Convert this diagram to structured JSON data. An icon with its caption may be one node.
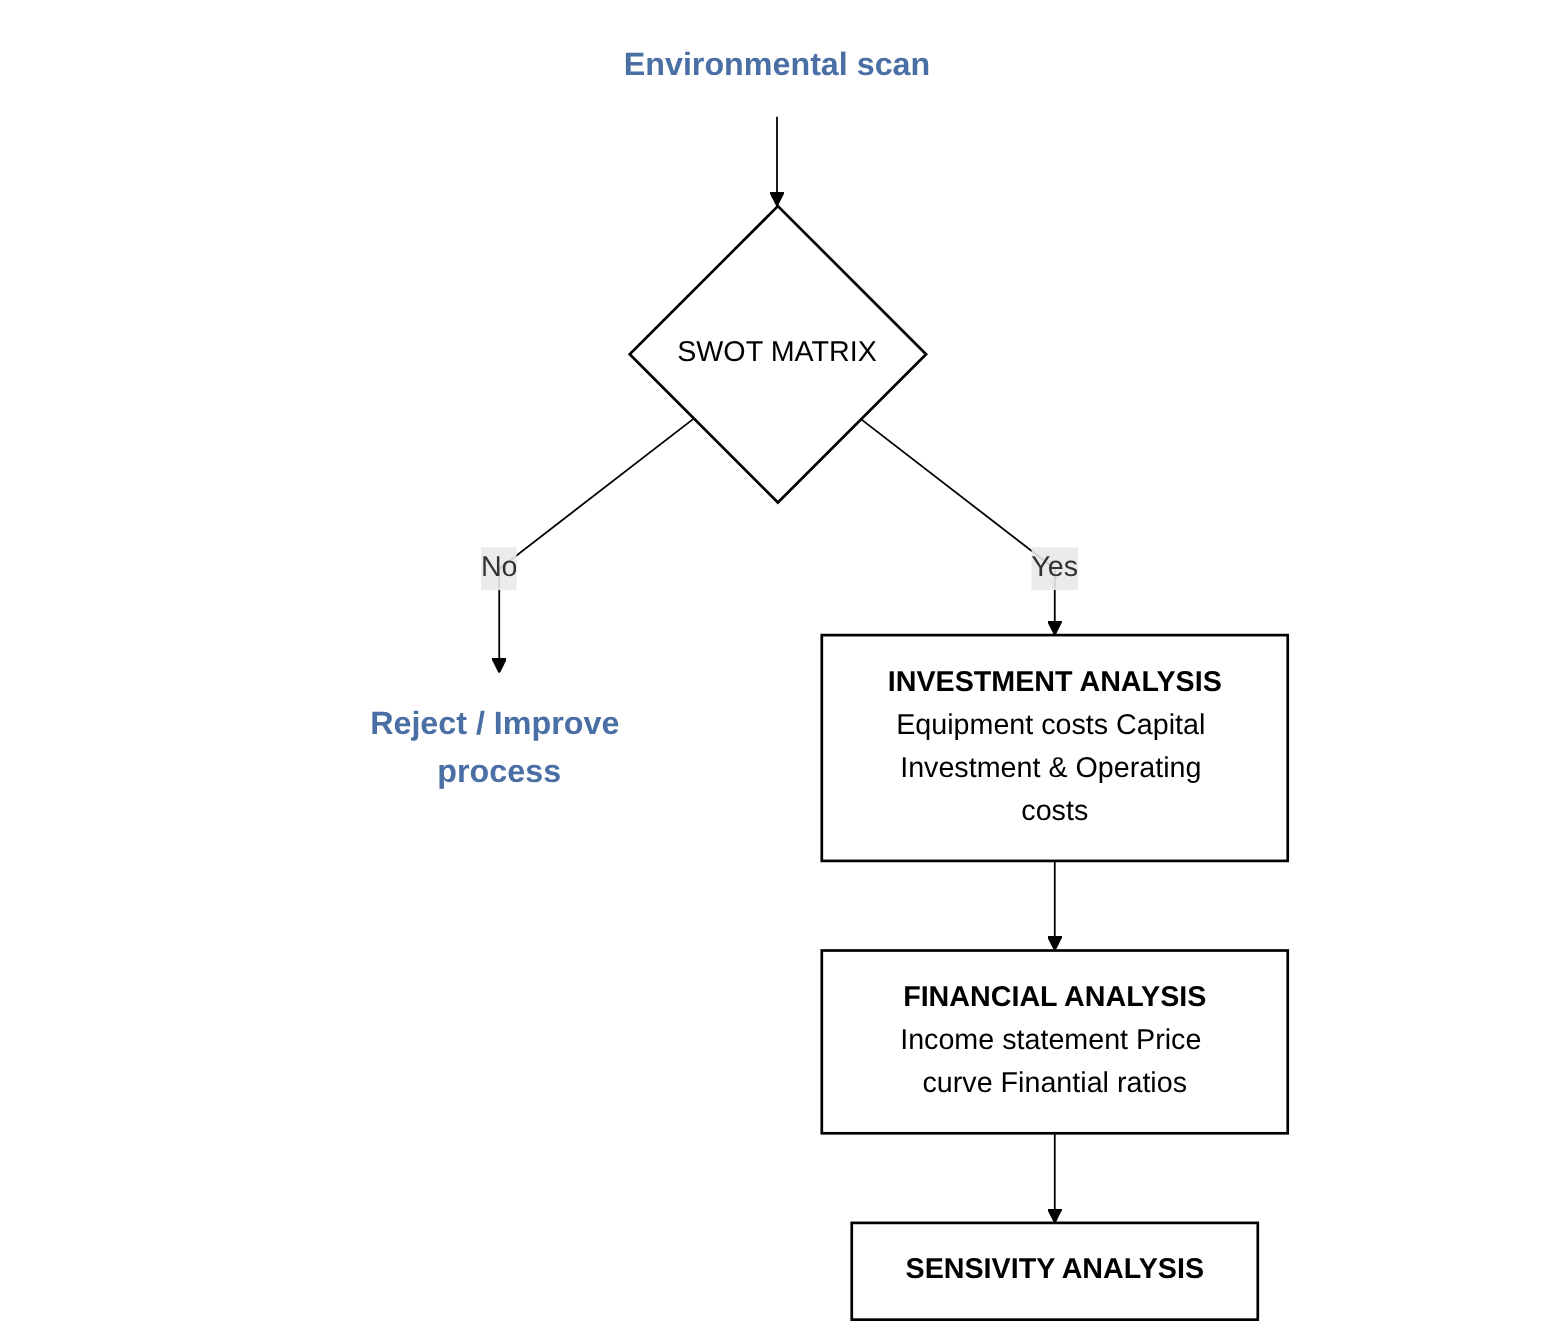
{
  "diagram": {
    "nodes": [
      {
        "text": [
          "Environmental scan"
        ]
      },
      {
        "text": [
          "SWOT MATRIX"
        ]
      },
      {
        "text": [
          "Reject / Improve process"
        ]
      },
      {
        "text": [
          "INVESTMENT ANALYSIS",
          "Equipment costs Capital Investment & Operating costs"
        ]
      },
      {
        "text": [
          "FINANCIAL ANALYSIS",
          "Income statement Price curve Finantial ratios"
        ]
      },
      {
        "text": [
          "SENSIVITY ANALYSIS"
        ]
      }
    ],
    "edges": [
      {
        "from": 0,
        "to": 1,
        "arrow": "to"
      },
      {
        "from": 1,
        "to": 2,
        "arrow": "to",
        "label": "No"
      },
      {
        "from": 1,
        "to": 3,
        "arrow": "to",
        "label": "Yes"
      },
      {
        "from": 3,
        "to": 4,
        "arrow": "to"
      },
      {
        "from": 4,
        "to": 5,
        "arrow": "to"
      }
    ]
  }
}
